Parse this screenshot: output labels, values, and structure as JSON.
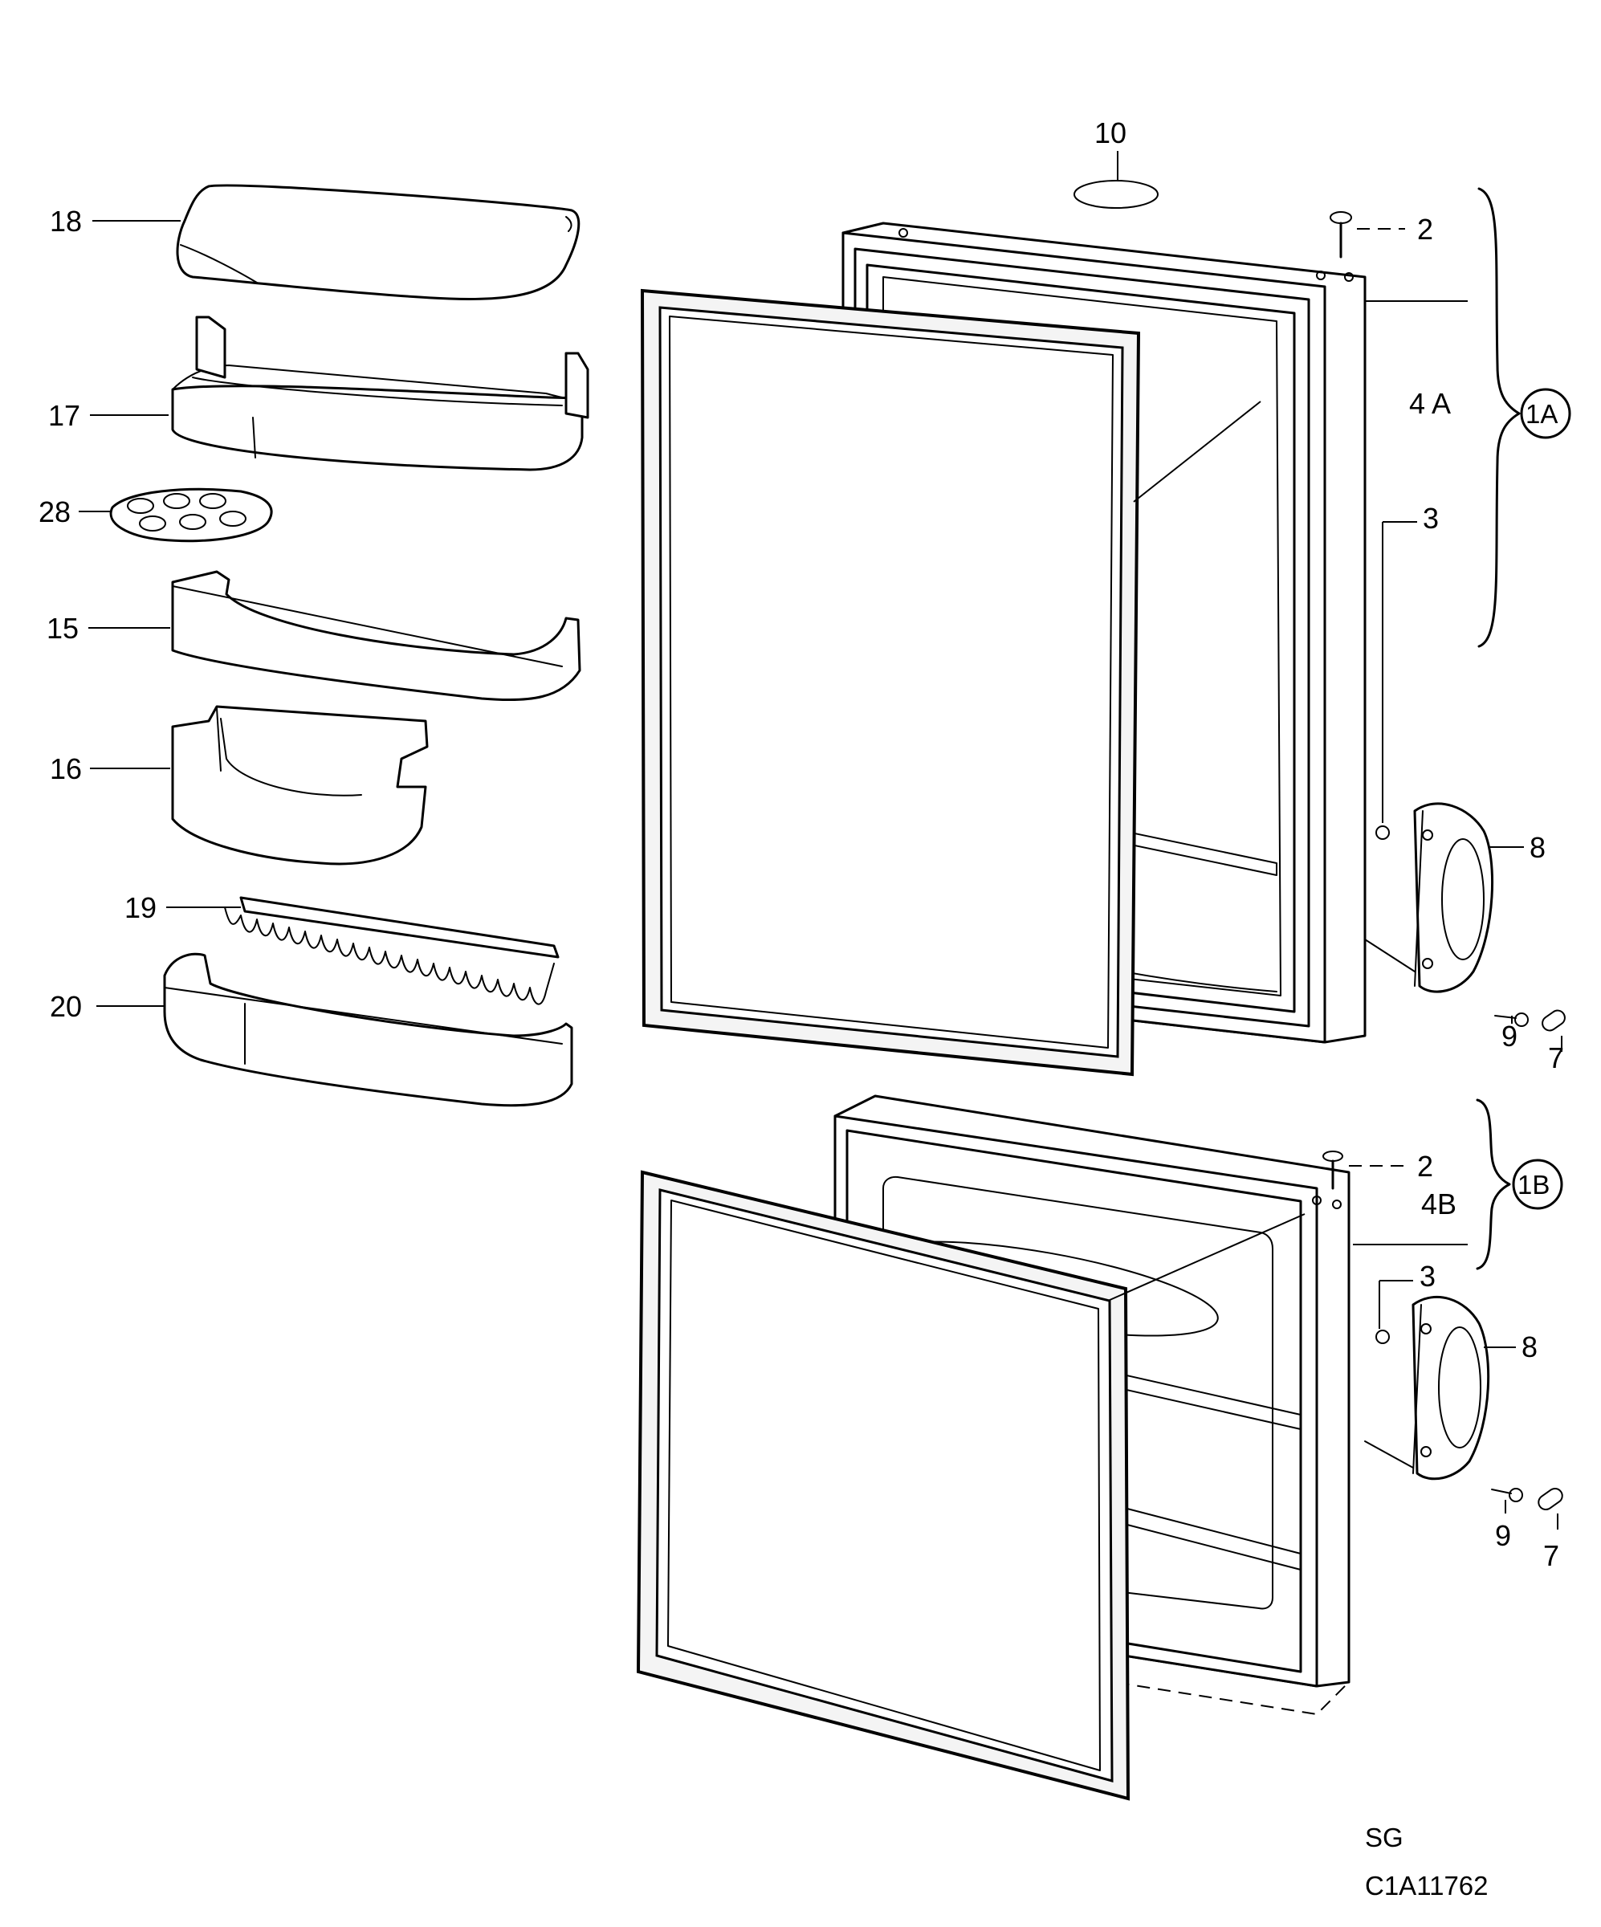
{
  "labels": {
    "l10": "10",
    "l2_top": "2",
    "l4a": "4 A",
    "l1a": "1A",
    "l3_top": "3",
    "l8_top": "8",
    "l9_top": "9",
    "l7_top": "7",
    "l18": "18",
    "l17": "17",
    "l28": "28",
    "l15": "15",
    "l16": "16",
    "l19": "19",
    "l20": "20",
    "l2_bot": "2",
    "l4b": "4B",
    "l1b": "1B",
    "l3_bot": "3",
    "l8_bot": "8",
    "l9_bot": "9",
    "l7_bot": "7",
    "sg": "SG",
    "code": "C1A11762"
  }
}
